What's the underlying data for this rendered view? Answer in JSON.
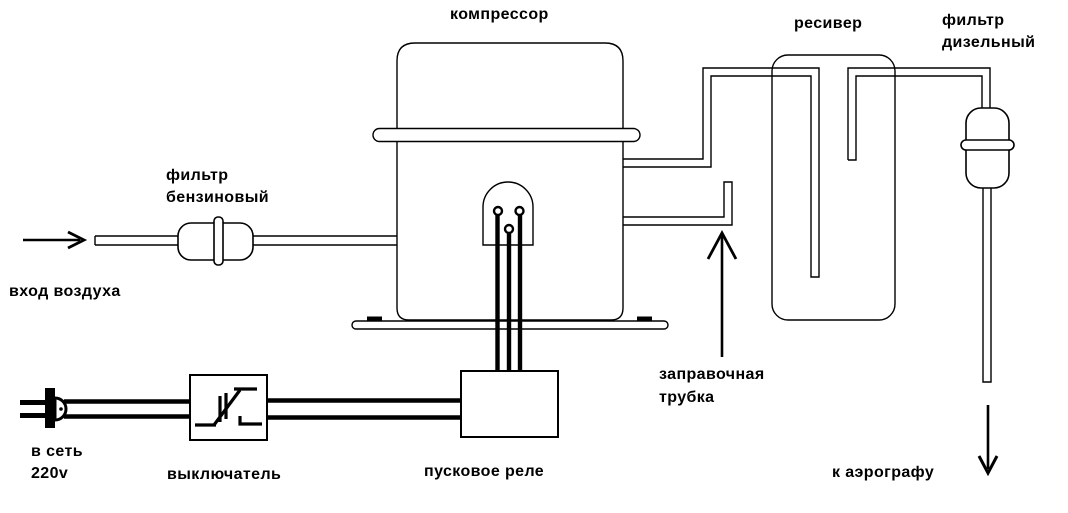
{
  "labels": {
    "compressor": "компрессор",
    "receiver": "ресивер",
    "diesel_filter": [
      "фильтр",
      "дизельный"
    ],
    "petrol_filter": [
      "фильтр",
      "бензиновый"
    ],
    "air_inlet": "вход воздуха",
    "filling_tube": [
      "заправочная",
      "трубка"
    ],
    "mains": [
      "в сеть",
      "220v"
    ],
    "switch": "выключатель",
    "start_relay": "пусковое реле",
    "to_airbrush": "к аэрографу"
  },
  "colors": {
    "line": "#000000",
    "background": "#ffffff"
  }
}
